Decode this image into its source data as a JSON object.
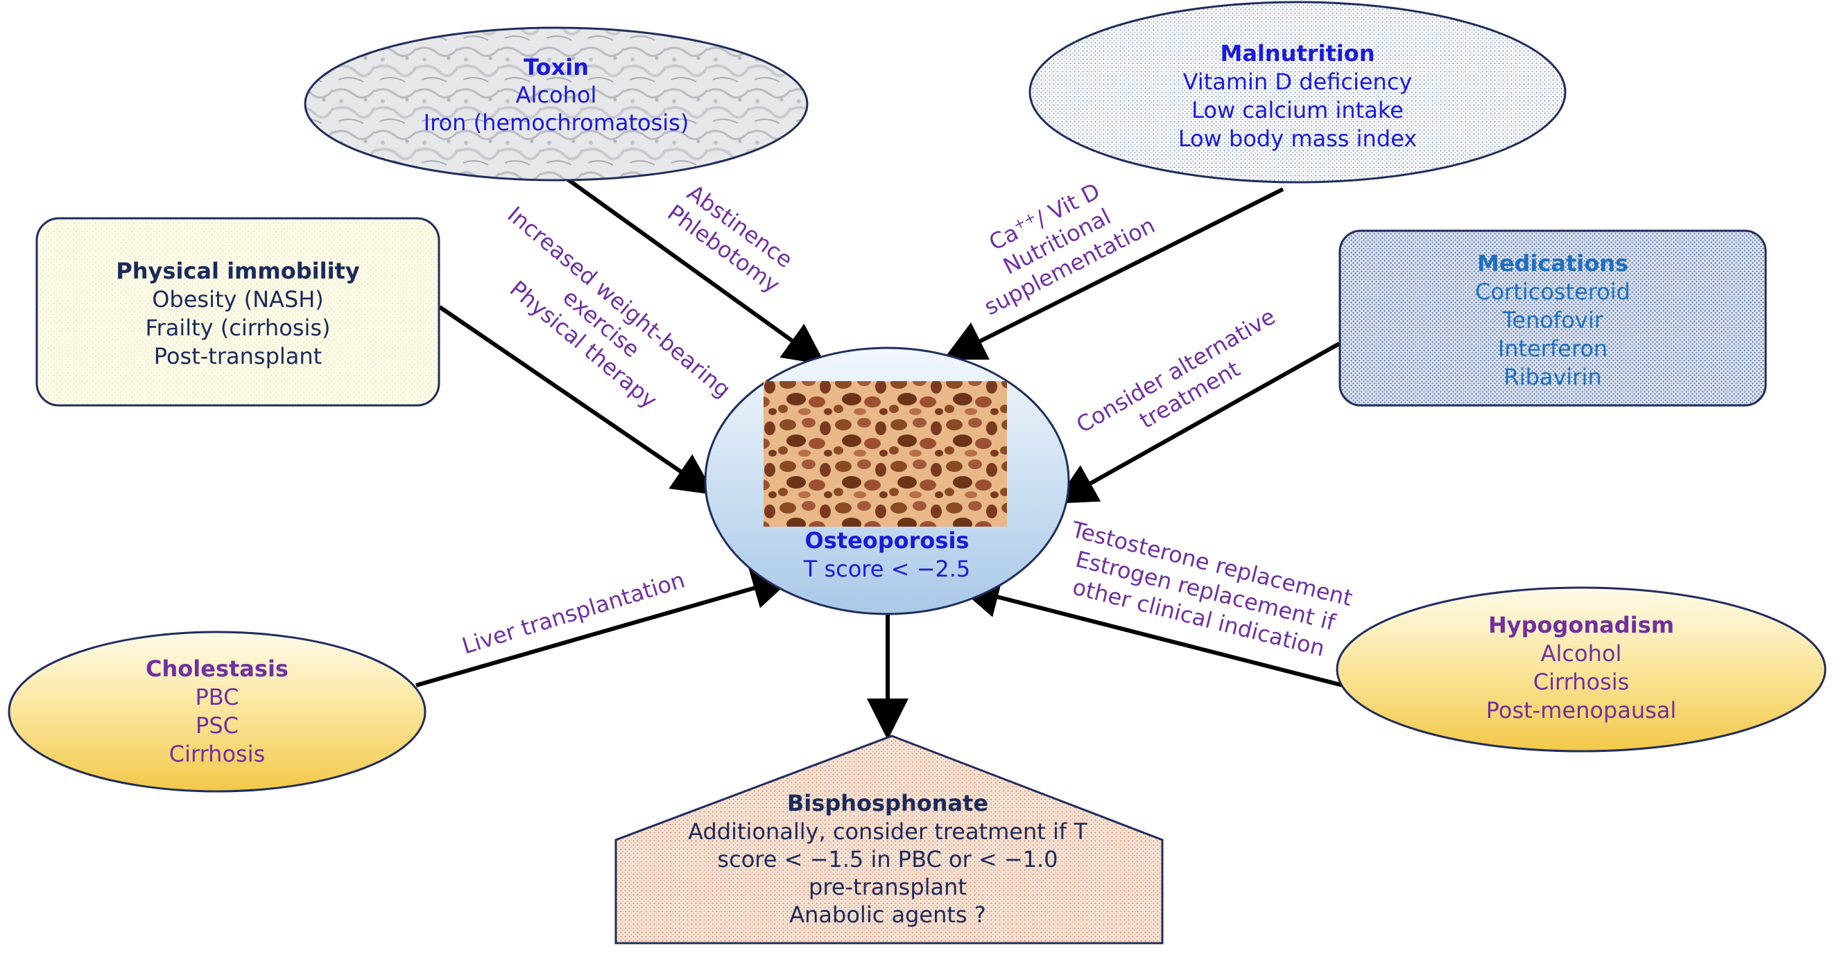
{
  "colors": {
    "blue": "#1a1adc",
    "navy": "#1a2a5a",
    "medblue": "#1f6fc0",
    "purple": "#7030a0",
    "arrow": "#000000"
  },
  "toxin": {
    "title": "Toxin",
    "lines": [
      "Alcohol",
      "Iron (hemochromatosis)"
    ]
  },
  "malnutrition": {
    "title": "Malnutrition",
    "lines": [
      "Vitamin D deficiency",
      "Low calcium intake",
      "Low body mass index"
    ]
  },
  "physical": {
    "title": "Physical immobility",
    "lines": [
      "Obesity (NASH)",
      "Frailty (cirrhosis)",
      "Post-transplant"
    ]
  },
  "medications": {
    "title": "Medications",
    "lines": [
      "Corticosteroid",
      "Tenofovir",
      "Interferon",
      "Ribavirin"
    ]
  },
  "cholestasis": {
    "title": "Cholestasis",
    "lines": [
      "PBC",
      "PSC",
      "Cirrhosis"
    ]
  },
  "hypogonadism": {
    "title": "Hypogonadism",
    "lines": [
      "Alcohol",
      "Cirrhosis",
      "Post-menopausal"
    ]
  },
  "osteoporosis": {
    "title": "Osteoporosis",
    "subtitle": "T score < −2.5"
  },
  "bisphosphonate": {
    "title": "Bisphosphonate",
    "lines": [
      "Additionally, consider treatment  if T",
      "score < −1.5 in PBC or < −1.0",
      "pre-transplant",
      "Anabolic agents ?"
    ]
  },
  "labels": {
    "toxin": [
      "Abstinence",
      "Phlebotomy"
    ],
    "malnutrition_ca": "Ca",
    "malnutrition_sup": "++",
    "malnutrition_rest": "/ Vit D",
    "malnutrition_lines": [
      "Nutritional",
      "supplementation"
    ],
    "physical": [
      "Increased weight-bearing",
      "exercise",
      "Physical therapy"
    ],
    "medications": [
      "Consider alternative",
      "treatment"
    ],
    "cholestasis": "Liver transplantation",
    "hypogonadism": [
      "Testosterone replacement",
      "Estrogen replacement if",
      "other clinical indication"
    ]
  }
}
